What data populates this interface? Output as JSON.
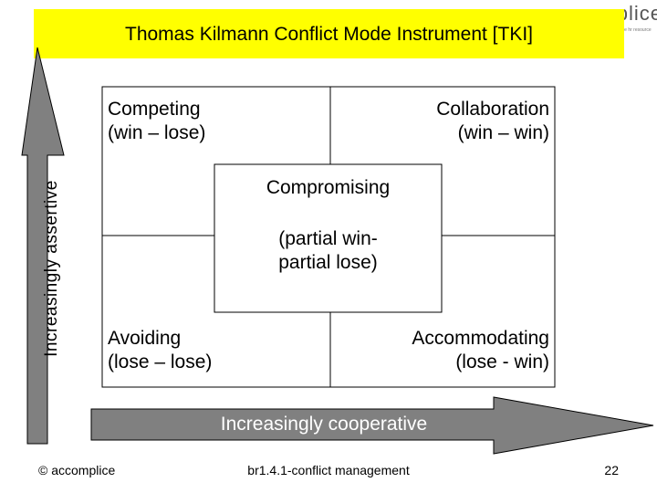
{
  "logo": {
    "text": "accomplice",
    "tagline": "the hr resource"
  },
  "title": "Thomas Kilmann Conflict Mode Instrument [TKI]",
  "axes": {
    "vertical": "Increasingly assertive",
    "horizontal": "Increasingly cooperative"
  },
  "quadrants": {
    "competing": {
      "line1": "Competing",
      "line2": "(win – lose)"
    },
    "collaboration": {
      "line1": "Collaboration",
      "line2": "(win – win)"
    },
    "compromising": {
      "line1": "Compromising",
      "line2": "(partial win-",
      "line3": "partial lose)"
    },
    "avoiding": {
      "line1": "Avoiding",
      "line2": "(lose – lose)"
    },
    "accommodating": {
      "line1": "Accommodating",
      "line2": "(lose - win)"
    }
  },
  "footer": {
    "copyright": "© accomplice",
    "center": "br1.4.1-conflict management",
    "page": "22"
  },
  "colors": {
    "title_bg": "#ffff00",
    "arrow": "#808080"
  }
}
